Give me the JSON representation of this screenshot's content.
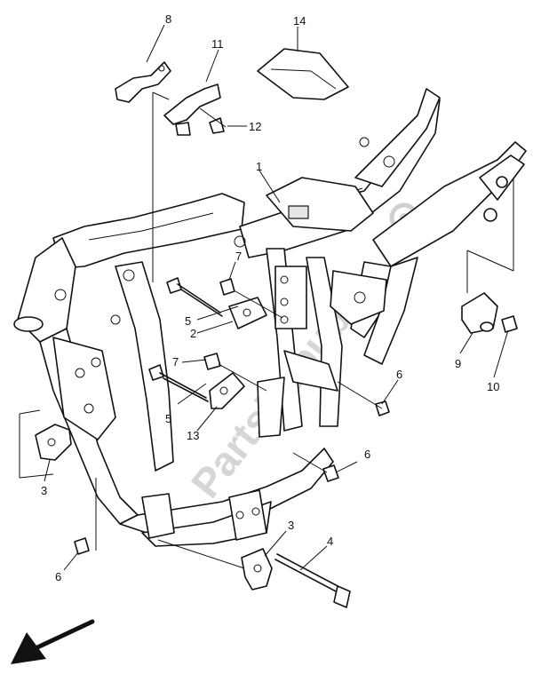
{
  "watermark": "PartsRepublik",
  "labels": {
    "l1": "1",
    "l2": "2",
    "l3a": "3",
    "l3b": "3",
    "l4": "4",
    "l5a": "5",
    "l5b": "5",
    "l6a": "6",
    "l6b": "6",
    "l6c": "6",
    "l7a": "7",
    "l7b": "7",
    "l8": "8",
    "l9": "9",
    "l10": "10",
    "l11": "11",
    "l12": "12",
    "l13": "13",
    "l14": "14"
  },
  "icons": {
    "front-arrow": "arrow-down-left-icon",
    "watermark-gear": "gear-icon"
  }
}
